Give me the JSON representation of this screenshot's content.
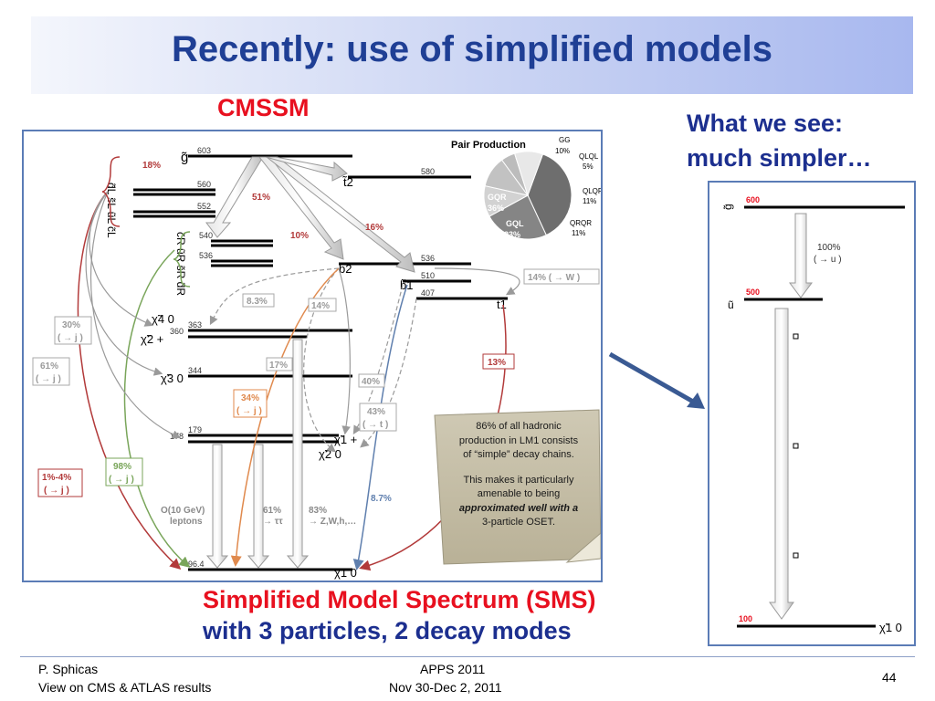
{
  "title": "Recently: use of simplified models",
  "cmssm_label": "CMSSM",
  "what_we_see": [
    "What we see:",
    "much simpler…"
  ],
  "sms_line1": "Simplified Model Spectrum (SMS)",
  "sms_line2": "with 3 particles, 2 decay modes",
  "footer": {
    "author": "P. Sphicas",
    "talk": "View on CMS & ATLAS results",
    "conference": "APPS 2011",
    "dates": "Nov 30-Dec 2, 2011",
    "page": "44"
  },
  "cmssm_diagram": {
    "levels": [
      {
        "particle": "g̃",
        "mass": "603"
      },
      {
        "particle": "t̃2",
        "mass": "580"
      },
      {
        "particle": "d̃L s̃L ũL c̃L",
        "mass": "560"
      },
      {
        "particle": "",
        "mass": "552"
      },
      {
        "particle": "c̃R ũR s̃R d̃R",
        "mass": "540"
      },
      {
        "particle": "",
        "mass": "536"
      },
      {
        "particle": "b̃2",
        "mass": "536"
      },
      {
        "particle": "b̃1",
        "mass": "510"
      },
      {
        "particle": "t̃1",
        "mass": "407"
      },
      {
        "particle": "χ̃4 0",
        "mass": "363"
      },
      {
        "particle": "χ̃2 +",
        "mass": "360"
      },
      {
        "particle": "χ̃3 0",
        "mass": "344"
      },
      {
        "particle": "χ̃1 +",
        "mass": "179"
      },
      {
        "particle": "χ̃2 0",
        "mass": "178"
      },
      {
        "particle": "χ̃1 0",
        "mass": "96.4"
      }
    ],
    "branching": {
      "b18": "18%",
      "b51": "51%",
      "b10": "10%",
      "b16": "16%",
      "b83": "8.3%",
      "b14": "14%",
      "b14w": "14% ( → W )",
      "b30": "30%",
      "b30j": "( → j )",
      "b61": "61%",
      "b61j": "( → j )",
      "b17": "17%",
      "b40": "40%",
      "b34": "34%",
      "b34j": "( → j )",
      "b43": "43%",
      "b43t": "( → t )",
      "b13": "13%",
      "b98": "98%",
      "b98j": "( → j )",
      "b14pct": "1%-4%",
      "b14j": "( → j )",
      "b87": "8.7%",
      "lep1": "O(10 GeV)",
      "lep2": "leptons",
      "b61tt": "61%",
      "tt": "→ ττ",
      "b83z": "83%",
      "zwh": "→ Z,W,h,…"
    },
    "pie": {
      "title": "Pair Production",
      "slices": [
        {
          "label": "GQR",
          "value": 36,
          "text": "36%"
        },
        {
          "label": "GQL",
          "value": 23,
          "text": "23%"
        },
        {
          "label": "QRQR",
          "value": 11,
          "text": "11%"
        },
        {
          "label": "QLQR",
          "value": 11,
          "text": "11%"
        },
        {
          "label": "QLQL",
          "value": 5,
          "text": "5%"
        },
        {
          "label": "GG",
          "value": 10,
          "text": "10%"
        }
      ]
    },
    "note": {
      "lines": [
        "86% of all hadronic",
        "production in LM1 consists",
        "of “simple” decay chains.",
        "",
        "This makes it particularly",
        "amenable to being",
        "approximated well with a",
        "3-particle OSET."
      ]
    }
  },
  "sms_diagram": {
    "gluino": {
      "particle": "g̃",
      "mass": "600"
    },
    "squark": {
      "particle": "ũ",
      "mass": "500"
    },
    "lsp": {
      "particle": "χ̃1 0",
      "mass": "100"
    },
    "decay1": "100%",
    "decay1_mode": "( → u )"
  }
}
